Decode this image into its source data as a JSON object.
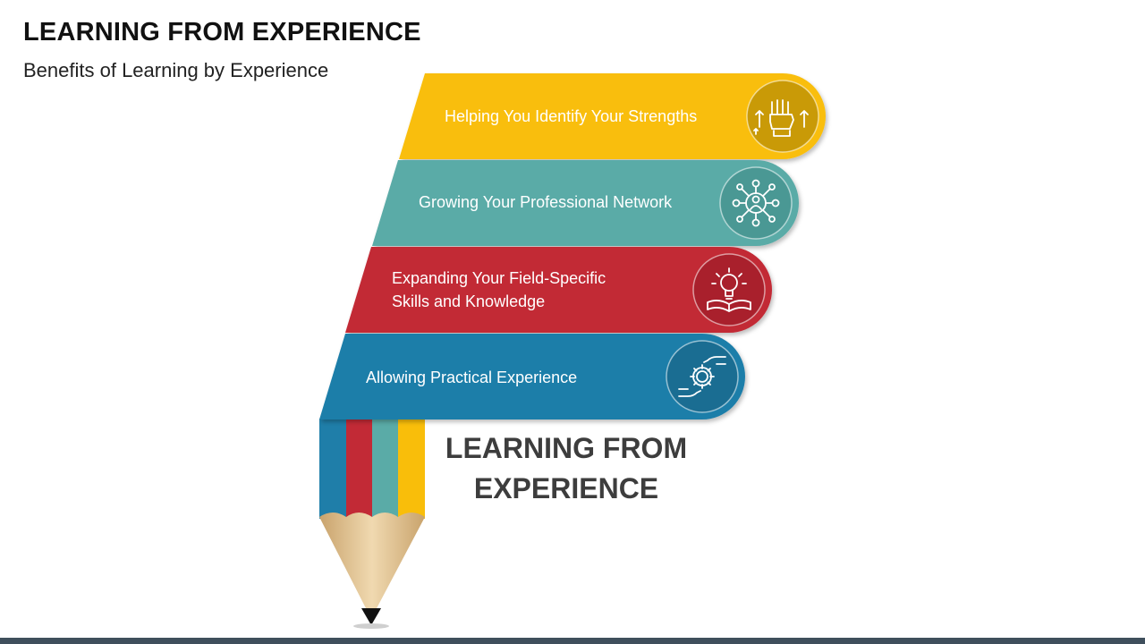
{
  "header": {
    "title": "LEARNING FROM EXPERIENCE",
    "subtitle": "Benefits of Learning by Experience"
  },
  "diagram": {
    "center_title_line1": "LEARNING FROM",
    "center_title_line2": "EXPERIENCE",
    "bands": [
      {
        "line1": "Helping You Identify Your Strengths",
        "line2": "",
        "color": "#F9BE0A",
        "icon_bg": "#C99A07",
        "icon": "raised-fist-icon"
      },
      {
        "line1": "Growing Your Professional Network",
        "line2": "",
        "color": "#5AABA7",
        "icon_bg": "#4A9894",
        "icon": "network-icon"
      },
      {
        "line1": "Expanding Your Field-Specific",
        "line2": "Skills and Knowledge",
        "color": "#C22A36",
        "icon_bg": "#A9202C",
        "icon": "lightbulb-book-icon"
      },
      {
        "line1": "Allowing Practical Experience",
        "line2": "",
        "color": "#1F7EA9",
        "icon_bg": "#1A6D92",
        "icon": "gear-hands-icon"
      }
    ]
  }
}
